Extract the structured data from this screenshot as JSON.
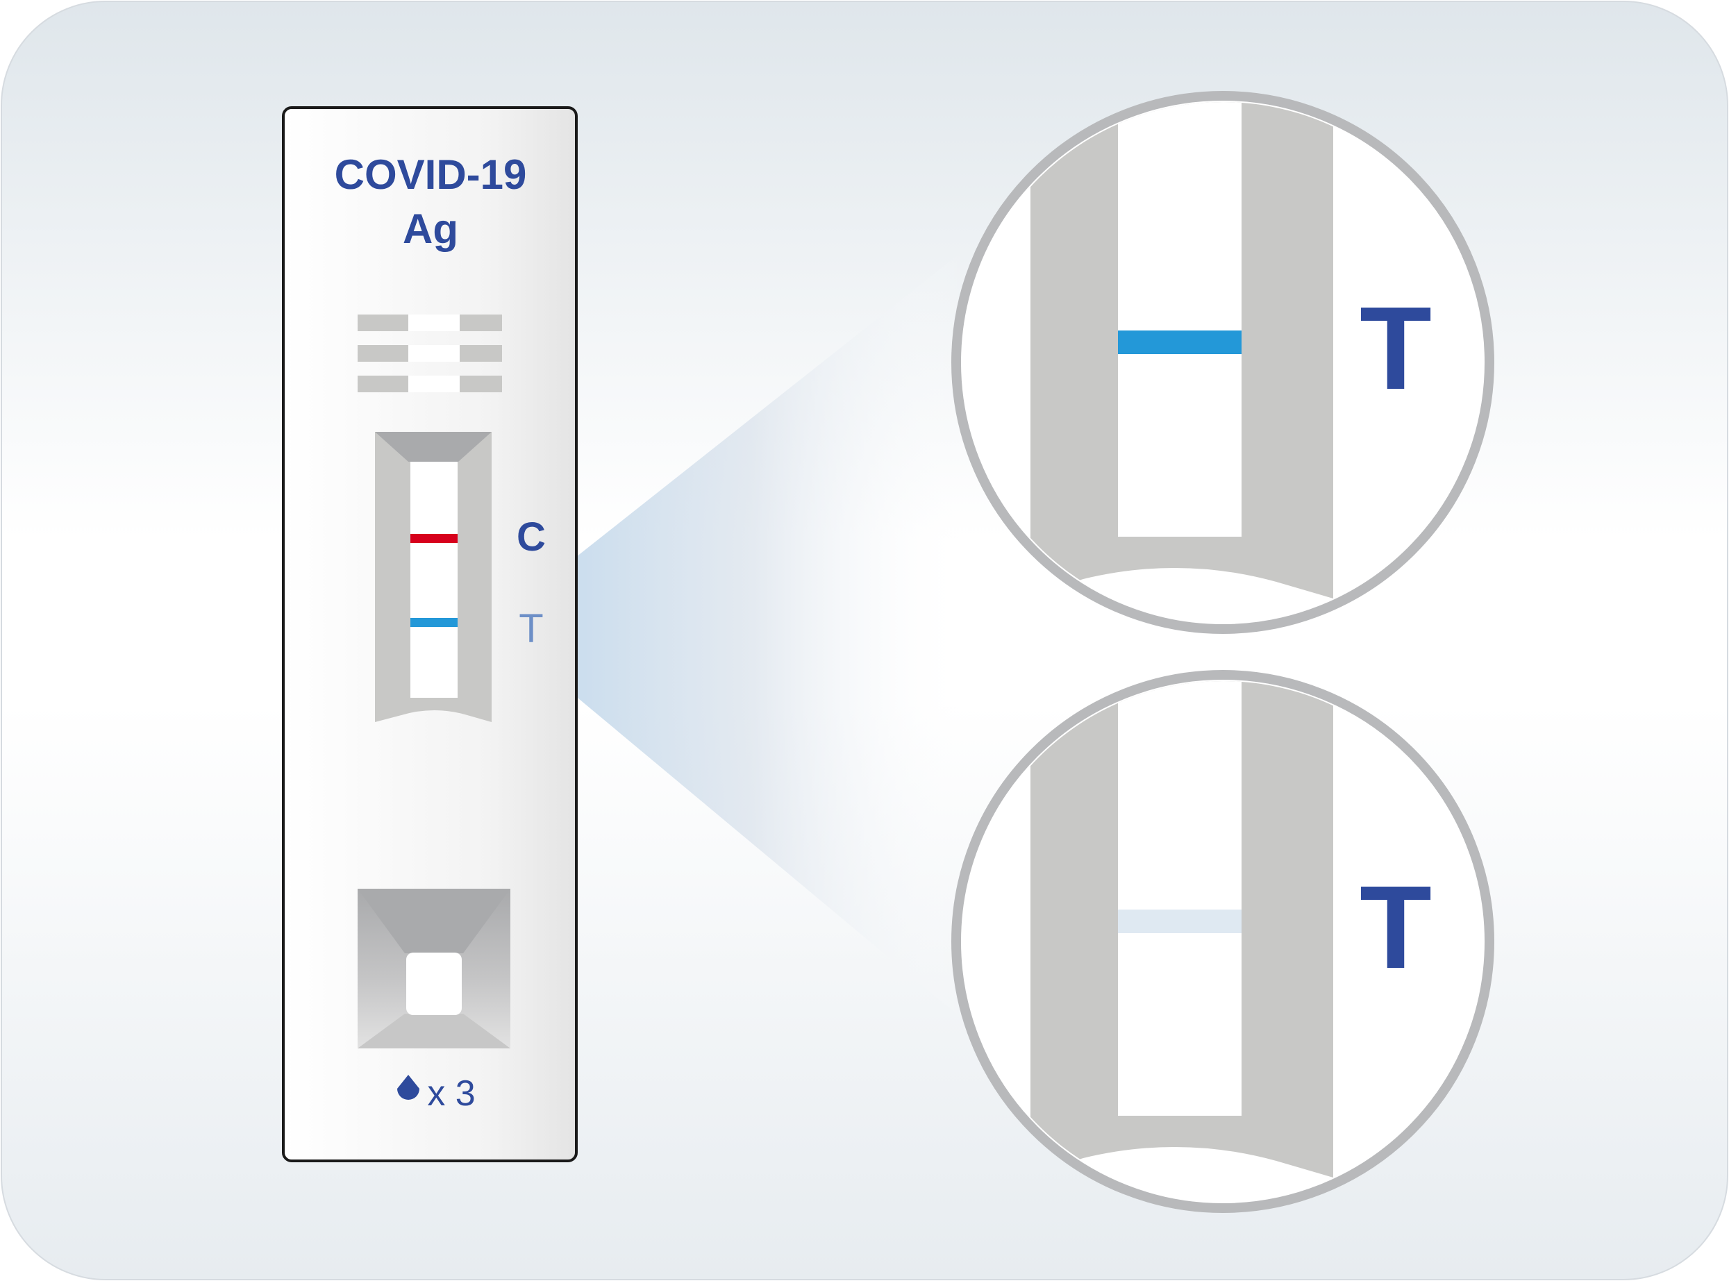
{
  "colors": {
    "brand_blue": "#2e4a9c",
    "control_line_red": "#d7001c",
    "test_line_blue": "#2398d8",
    "test_line_faint": "#dfe9f2",
    "test_label_light": "#6d8fc7",
    "strip_gray": "#c8c8c6",
    "lens_ring": "#b8b9bb"
  },
  "device": {
    "name": "rapid-antigen-test-cassette",
    "title_line1": "COVID-19",
    "title_line2": "Ag",
    "control_label": "C",
    "test_label": "T",
    "drop_icon": "drop-icon",
    "drop_count": "x 3"
  },
  "zoom_views": [
    {
      "name": "zoom-positive",
      "label": "T",
      "test_line_visibility": "strong"
    },
    {
      "name": "zoom-faint",
      "label": "T",
      "test_line_visibility": "faint"
    }
  ]
}
